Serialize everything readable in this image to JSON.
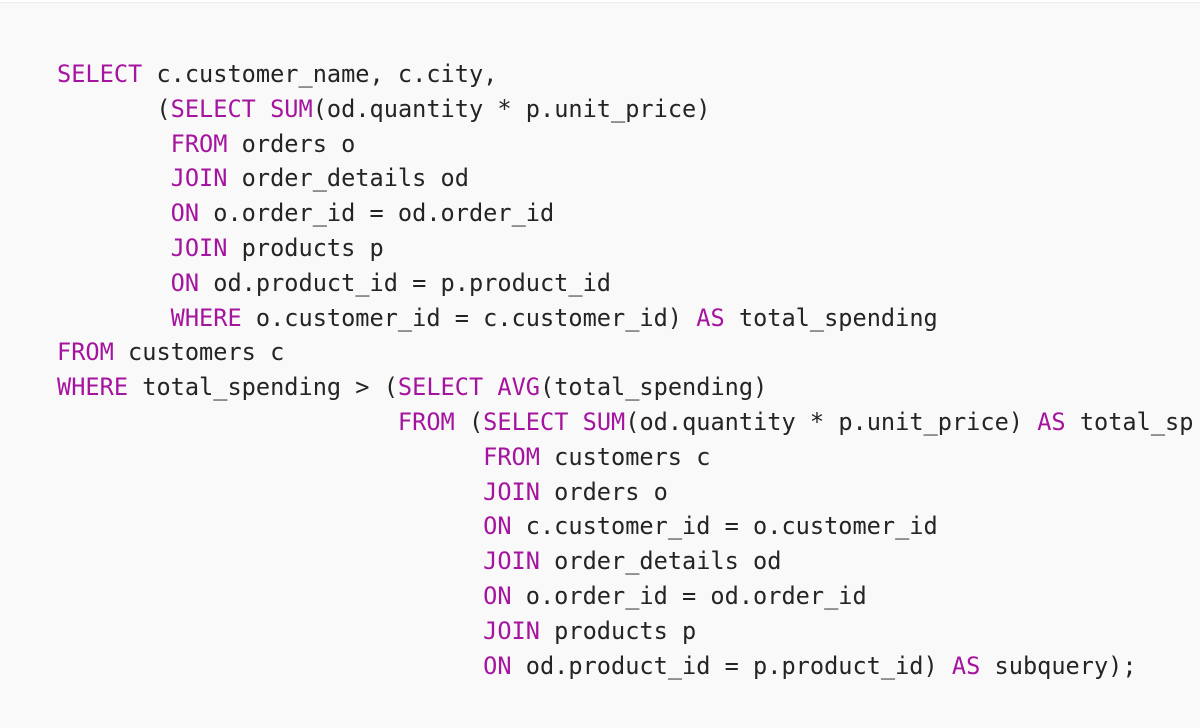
{
  "colors": {
    "background": "#f9f9f9",
    "keyword": "#a5149f",
    "text": "#242424"
  },
  "code": {
    "language": "sql",
    "lines": [
      [
        {
          "k": true,
          "t": "SELECT"
        },
        {
          "k": false,
          "t": " c.customer_name, c.city,"
        }
      ],
      [
        {
          "k": false,
          "t": "       ("
        },
        {
          "k": true,
          "t": "SELECT"
        },
        {
          "k": false,
          "t": " "
        },
        {
          "k": true,
          "t": "SUM"
        },
        {
          "k": false,
          "t": "(od.quantity * p.unit_price)"
        }
      ],
      [
        {
          "k": false,
          "t": "        "
        },
        {
          "k": true,
          "t": "FROM"
        },
        {
          "k": false,
          "t": " orders o"
        }
      ],
      [
        {
          "k": false,
          "t": "        "
        },
        {
          "k": true,
          "t": "JOIN"
        },
        {
          "k": false,
          "t": " order_details od"
        }
      ],
      [
        {
          "k": false,
          "t": "        "
        },
        {
          "k": true,
          "t": "ON"
        },
        {
          "k": false,
          "t": " o.order_id = od.order_id"
        }
      ],
      [
        {
          "k": false,
          "t": "        "
        },
        {
          "k": true,
          "t": "JOIN"
        },
        {
          "k": false,
          "t": " products p"
        }
      ],
      [
        {
          "k": false,
          "t": "        "
        },
        {
          "k": true,
          "t": "ON"
        },
        {
          "k": false,
          "t": " od.product_id = p.product_id"
        }
      ],
      [
        {
          "k": false,
          "t": "        "
        },
        {
          "k": true,
          "t": "WHERE"
        },
        {
          "k": false,
          "t": " o.customer_id = c.customer_id) "
        },
        {
          "k": true,
          "t": "AS"
        },
        {
          "k": false,
          "t": " total_spending"
        }
      ],
      [
        {
          "k": true,
          "t": "FROM"
        },
        {
          "k": false,
          "t": " customers c"
        }
      ],
      [
        {
          "k": true,
          "t": "WHERE"
        },
        {
          "k": false,
          "t": " total_spending > ("
        },
        {
          "k": true,
          "t": "SELECT"
        },
        {
          "k": false,
          "t": " "
        },
        {
          "k": true,
          "t": "AVG"
        },
        {
          "k": false,
          "t": "(total_spending)"
        }
      ],
      [
        {
          "k": false,
          "t": "                        "
        },
        {
          "k": true,
          "t": "FROM"
        },
        {
          "k": false,
          "t": " ("
        },
        {
          "k": true,
          "t": "SELECT"
        },
        {
          "k": false,
          "t": " "
        },
        {
          "k": true,
          "t": "SUM"
        },
        {
          "k": false,
          "t": "(od.quantity * p.unit_price) "
        },
        {
          "k": true,
          "t": "AS"
        },
        {
          "k": false,
          "t": " total_sp"
        }
      ],
      [
        {
          "k": false,
          "t": "                              "
        },
        {
          "k": true,
          "t": "FROM"
        },
        {
          "k": false,
          "t": " customers c"
        }
      ],
      [
        {
          "k": false,
          "t": "                              "
        },
        {
          "k": true,
          "t": "JOIN"
        },
        {
          "k": false,
          "t": " orders o"
        }
      ],
      [
        {
          "k": false,
          "t": "                              "
        },
        {
          "k": true,
          "t": "ON"
        },
        {
          "k": false,
          "t": " c.customer_id = o.customer_id"
        }
      ],
      [
        {
          "k": false,
          "t": "                              "
        },
        {
          "k": true,
          "t": "JOIN"
        },
        {
          "k": false,
          "t": " order_details od"
        }
      ],
      [
        {
          "k": false,
          "t": "                              "
        },
        {
          "k": true,
          "t": "ON"
        },
        {
          "k": false,
          "t": " o.order_id = od.order_id"
        }
      ],
      [
        {
          "k": false,
          "t": "                              "
        },
        {
          "k": true,
          "t": "JOIN"
        },
        {
          "k": false,
          "t": " products p"
        }
      ],
      [
        {
          "k": false,
          "t": "                              "
        },
        {
          "k": true,
          "t": "ON"
        },
        {
          "k": false,
          "t": " od.product_id = p.product_id) "
        },
        {
          "k": true,
          "t": "AS"
        },
        {
          "k": false,
          "t": " subquery);"
        }
      ]
    ]
  }
}
